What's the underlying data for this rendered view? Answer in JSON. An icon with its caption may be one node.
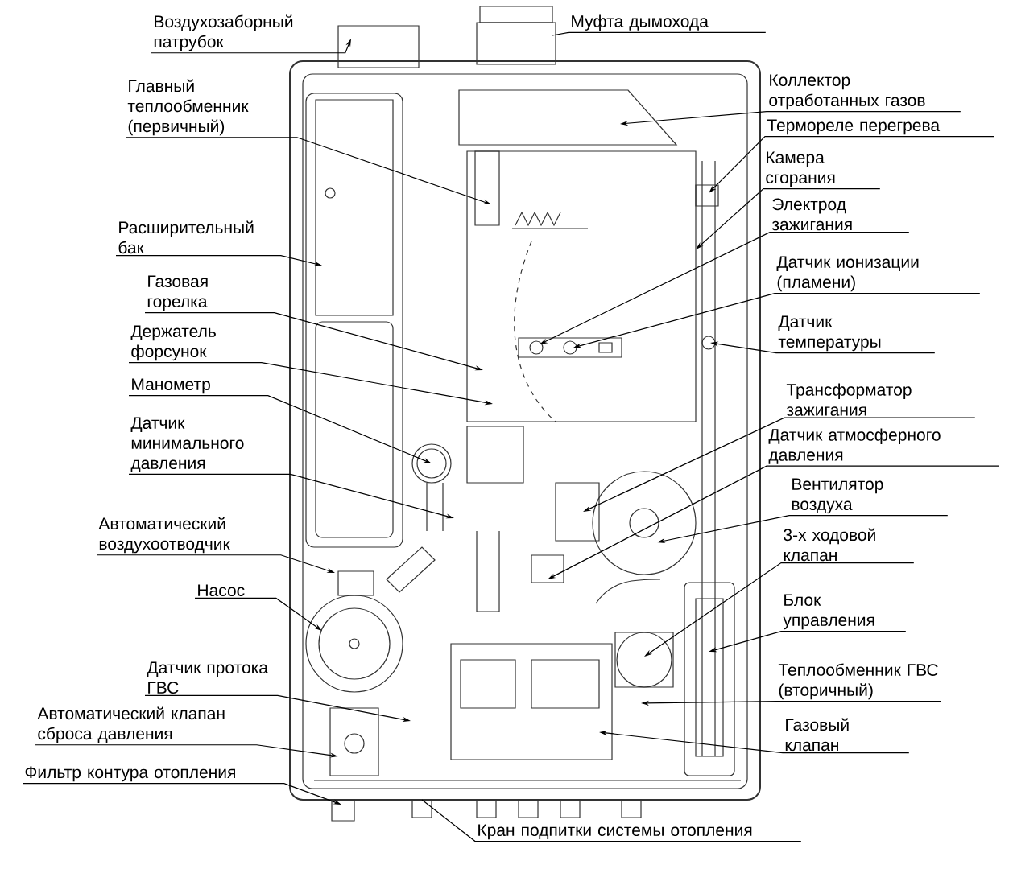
{
  "diagram": {
    "nodes": [
      {
        "text": [
          "Воздухозаборный патрубок"
        ]
      },
      {
        "text": [
          "Главный теплообменник (первичный)"
        ]
      },
      {
        "text": [
          "Расширительный бак"
        ]
      },
      {
        "text": [
          "Газовая горелка"
        ]
      },
      {
        "text": [
          "Держатель форсунок"
        ]
      },
      {
        "text": [
          "Манометр"
        ]
      },
      {
        "text": [
          "Датчик минимального давления"
        ]
      },
      {
        "text": [
          "Автоматический воздухоотводчик"
        ]
      },
      {
        "text": [
          "Насос"
        ]
      },
      {
        "text": [
          "Датчик протока ГВС"
        ]
      },
      {
        "text": [
          "Автоматический клапан сброса давления"
        ]
      },
      {
        "text": [
          "Фильтр контура отопления"
        ]
      },
      {
        "text": [
          "Кран подпитки системы отопления"
        ]
      },
      {
        "text": [
          "Муфта дымохода"
        ]
      },
      {
        "text": [
          "Коллектор отработанных газов"
        ]
      },
      {
        "text": [
          "Термореле перегрева"
        ]
      },
      {
        "text": [
          "Камера сгорания"
        ]
      },
      {
        "text": [
          "Электрод зажигания"
        ]
      },
      {
        "text": [
          "Датчик ионизации (пламени)"
        ]
      },
      {
        "text": [
          "Датчик температуры"
        ]
      },
      {
        "text": [
          "Трансформатор зажигания"
        ]
      },
      {
        "text": [
          "Датчик атмосферного давления"
        ]
      },
      {
        "text": [
          "Вентилятор воздуха"
        ]
      },
      {
        "text": [
          "3-х ходовой клапан"
        ]
      },
      {
        "text": [
          "Блок управления"
        ]
      },
      {
        "text": [
          "Теплообменник ГВС (вторичный)"
        ]
      },
      {
        "text": [
          "Газовый клапан"
        ]
      }
    ],
    "edges": [
      {
        "from": 0,
        "to": null,
        "arrow": "to"
      },
      {
        "from": 1,
        "to": null,
        "arrow": "to"
      },
      {
        "from": 2,
        "to": null,
        "arrow": "to"
      },
      {
        "from": 3,
        "to": null,
        "arrow": "to"
      },
      {
        "from": 4,
        "to": null,
        "arrow": "to"
      },
      {
        "from": 5,
        "to": null,
        "arrow": "to"
      },
      {
        "from": 6,
        "to": null,
        "arrow": "to"
      },
      {
        "from": 7,
        "to": null,
        "arrow": "to"
      },
      {
        "from": 8,
        "to": null,
        "arrow": "to"
      },
      {
        "from": 9,
        "to": null,
        "arrow": "to"
      },
      {
        "from": 10,
        "to": null,
        "arrow": "to"
      },
      {
        "from": 11,
        "to": null,
        "arrow": "to"
      },
      {
        "from": 12,
        "to": null,
        "arrow": "none"
      },
      {
        "from": 13,
        "to": null,
        "arrow": "none"
      },
      {
        "from": 14,
        "to": null,
        "arrow": "to"
      },
      {
        "from": 15,
        "to": null,
        "arrow": "to"
      },
      {
        "from": 16,
        "to": null,
        "arrow": "to"
      },
      {
        "from": 17,
        "to": null,
        "arrow": "to"
      },
      {
        "from": 18,
        "to": null,
        "arrow": "to"
      },
      {
        "from": 19,
        "to": null,
        "arrow": "to"
      },
      {
        "from": 20,
        "to": null,
        "arrow": "to"
      },
      {
        "from": 21,
        "to": null,
        "arrow": "to"
      },
      {
        "from": 22,
        "to": null,
        "arrow": "to"
      },
      {
        "from": 23,
        "to": null,
        "arrow": "to"
      },
      {
        "from": 24,
        "to": null,
        "arrow": "to"
      },
      {
        "from": 25,
        "to": null,
        "arrow": "to"
      },
      {
        "from": 26,
        "to": null,
        "arrow": "to"
      }
    ]
  }
}
